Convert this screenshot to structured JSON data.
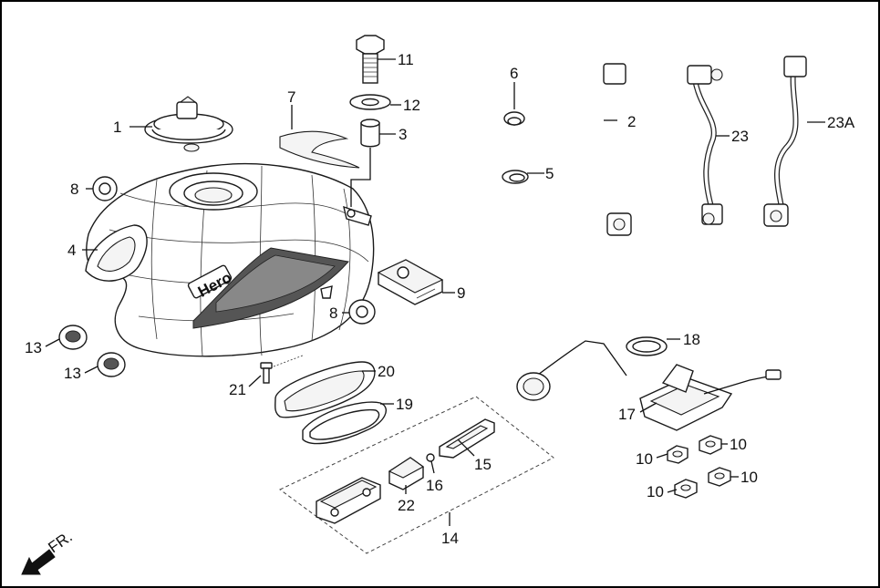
{
  "labels": [
    {
      "id": "1",
      "text": "1"
    },
    {
      "id": "2",
      "text": "2"
    },
    {
      "id": "3",
      "text": "3"
    },
    {
      "id": "4",
      "text": "4"
    },
    {
      "id": "5",
      "text": "5"
    },
    {
      "id": "6",
      "text": "6"
    },
    {
      "id": "7",
      "text": "7"
    },
    {
      "id": "8a",
      "text": "8"
    },
    {
      "id": "8b",
      "text": "8"
    },
    {
      "id": "9",
      "text": "9"
    },
    {
      "id": "10a",
      "text": "10"
    },
    {
      "id": "10b",
      "text": "10"
    },
    {
      "id": "10c",
      "text": "10"
    },
    {
      "id": "10d",
      "text": "10"
    },
    {
      "id": "11",
      "text": "11"
    },
    {
      "id": "12",
      "text": "12"
    },
    {
      "id": "13a",
      "text": "13"
    },
    {
      "id": "13b",
      "text": "13"
    },
    {
      "id": "14",
      "text": "14"
    },
    {
      "id": "15",
      "text": "15"
    },
    {
      "id": "16",
      "text": "16"
    },
    {
      "id": "17",
      "text": "17"
    },
    {
      "id": "18",
      "text": "18"
    },
    {
      "id": "19",
      "text": "19"
    },
    {
      "id": "20",
      "text": "20"
    },
    {
      "id": "21",
      "text": "21"
    },
    {
      "id": "22",
      "text": "22"
    },
    {
      "id": "23",
      "text": "23"
    },
    {
      "id": "23A",
      "text": "23A"
    }
  ],
  "brand_text": "Hero",
  "direction_label": "FR."
}
